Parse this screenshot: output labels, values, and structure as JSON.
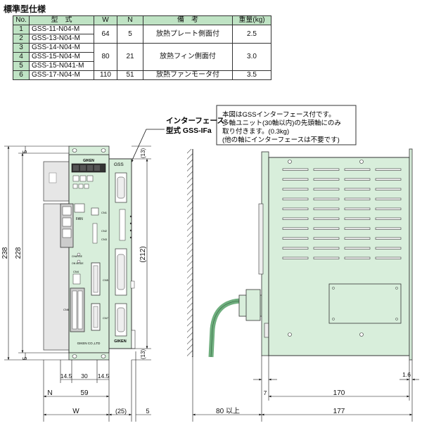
{
  "title": "標準型仕様",
  "table": {
    "headers": [
      "No.",
      "型　式",
      "W",
      "N",
      "備　考",
      "重量(kg)"
    ],
    "rows": [
      {
        "no": "1",
        "model": "GSS-11-N04-M"
      },
      {
        "no": "2",
        "model": "GSS-13-N04-M"
      },
      {
        "no": "3",
        "model": "GSS-14-N04-M"
      },
      {
        "no": "4",
        "model": "GSS-15-N04-M"
      },
      {
        "no": "5",
        "model": "GSS-15-N041-M"
      },
      {
        "no": "6",
        "model": "GSS-17-N04-M"
      }
    ],
    "groups": [
      {
        "w": "64",
        "n": "5",
        "remark": "放熱プレート側面付",
        "weight": "2.5"
      },
      {
        "w": "80",
        "n": "21",
        "remark": "放熱フィン側面付",
        "weight": "3.0"
      },
      {
        "w": "110",
        "n": "51",
        "remark": "放熱ファンモータ付",
        "weight": "3.5"
      }
    ]
  },
  "interface_label": {
    "line1": "インターフェース",
    "line2": "型式 GSS-IFa"
  },
  "note": {
    "lines": [
      "本図はGSSインターフェース付です。",
      "多軸ユニット(30軸以内)の先頭軸にのみ",
      "取り付きます。(0.3kg)",
      "(他の軸にインターフェースは不要です)"
    ]
  },
  "front_panel": {
    "logo": "GIKEN",
    "gss": "GSS",
    "fan": "FAN",
    "footer": "GIKEN CO.,LTD",
    "side_logo": "GIKEN",
    "connectors": [
      "CN1",
      "CN2",
      "CN3",
      "CN4",
      "CN5",
      "CN6",
      "CN7"
    ],
    "leds": [
      "CHARGE",
      "ON MODE"
    ]
  },
  "dimensions": {
    "h238": "238",
    "h228": "228",
    "h212": "(212)",
    "top5": "5",
    "bot5": "5",
    "top13": "(13)",
    "bot13": "(13)",
    "d145a": "14.5",
    "d30": "30",
    "d145b": "14.5",
    "d59": "59",
    "n": "N",
    "w": "W",
    "d25": "(25)",
    "d5": "5",
    "d80": "80 以上",
    "d7": "7",
    "d170": "170",
    "d177": "177",
    "d16": "1.6"
  }
}
